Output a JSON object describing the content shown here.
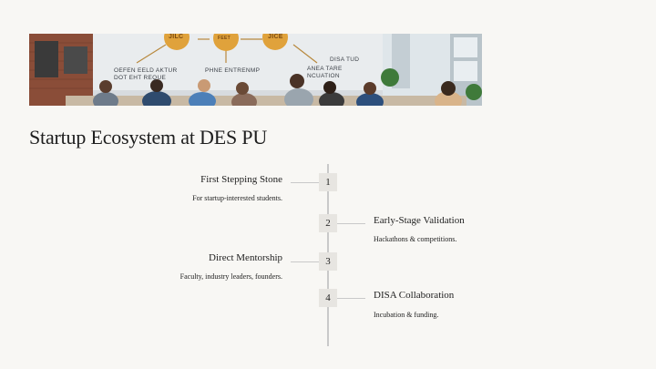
{
  "banner": {
    "label_left": "OEFEN EELD AKTUR\nDOT EHT REQUE",
    "label_center": "PHNE ENTRENMP",
    "label_right": "ANEA TARE\nNCUATION",
    "label_far_right": "DISA TUD",
    "badge_left": "JILC",
    "badge_center": "FEET",
    "badge_right": "JICE"
  },
  "slide": {
    "title": "Startup Ecosystem at DES PU"
  },
  "timeline": {
    "steps": [
      {
        "number": "1",
        "title": "First Stepping Stone",
        "description": "For startup-interested students."
      },
      {
        "number": "2",
        "title": "Early-Stage Validation",
        "description": "Hackathons & competitions."
      },
      {
        "number": "3",
        "title": "Direct Mentorship",
        "description": "Faculty, industry leaders, founders."
      },
      {
        "number": "4",
        "title": "DISA Collaboration",
        "description": "Incubation & funding."
      }
    ]
  }
}
